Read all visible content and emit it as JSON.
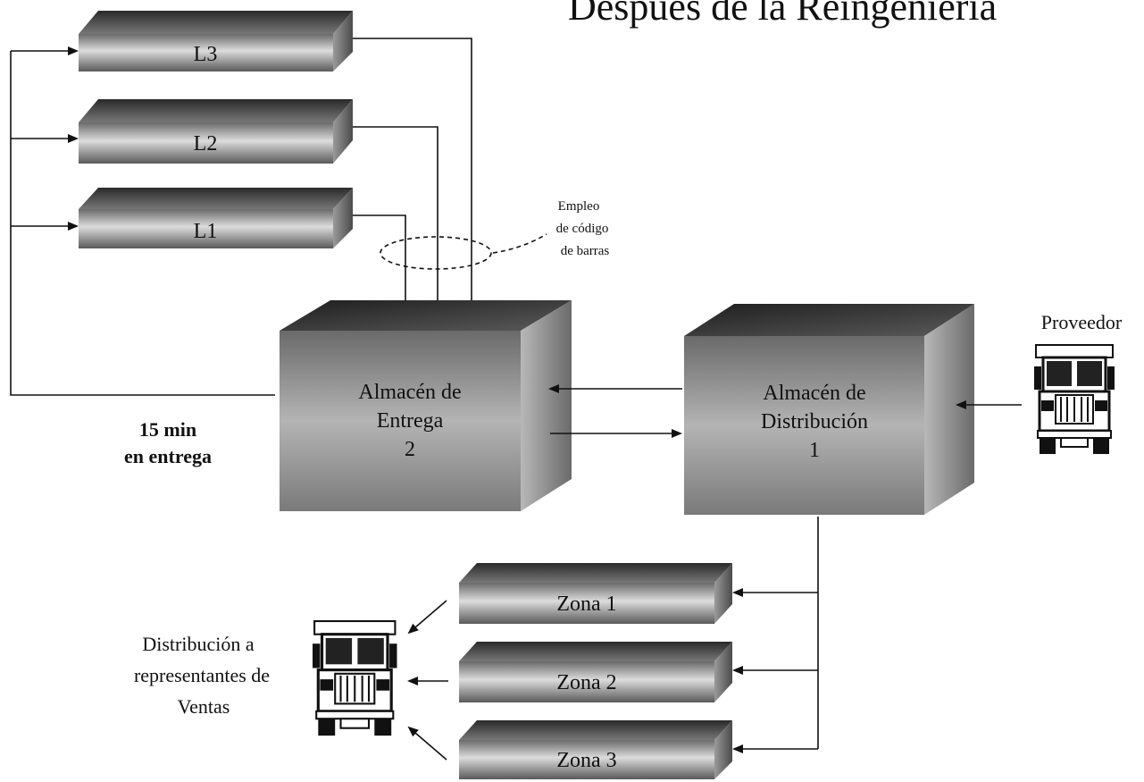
{
  "title": "Después de la Reingeniería",
  "lines": {
    "l3": "L3",
    "l2": "L2",
    "l1": "L1"
  },
  "barcode_note": [
    "Empleo",
    "de código",
    "de barras"
  ],
  "almacen_entrega": [
    "Almacén de",
    "Entrega",
    "2"
  ],
  "almacen_distribucion": [
    "Almacén de",
    "Distribución",
    "1"
  ],
  "proveedor": "Proveedor",
  "tiempo_entrega": [
    "15 min",
    "en entrega"
  ],
  "zonas": {
    "z1": "Zona 1",
    "z2": "Zona 2",
    "z3": "Zona 3"
  },
  "distribucion_label": [
    "Distribución a",
    "representantes de",
    "Ventas"
  ],
  "icons": [
    "truck-icon"
  ],
  "colors": {
    "slab_light": "#c9c9c9",
    "slab_dark": "#4a4a4a",
    "box_front": "#8f8f8f",
    "box_top": "#3a3a3a",
    "box_side": "#6e6e6e"
  }
}
